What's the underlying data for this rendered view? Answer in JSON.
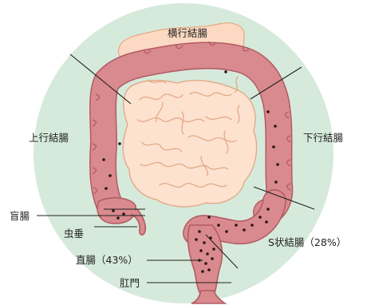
{
  "labels": {
    "transverse_colon": "横行結腸",
    "ascending_colon": "上行結腸",
    "descending_colon": "下行結腸",
    "cecum": "盲腸",
    "appendix": "虫垂",
    "sigmoid_colon": "S状結腸（28%）",
    "rectum": "直腸（43%）",
    "anus": "肛門"
  },
  "colors": {
    "background_circle": "#d6eadb",
    "colon_fill": "#d98a8e",
    "colon_stroke": "#b25a63",
    "small_intestine_fill": "#fde2d0",
    "small_intestine_stroke": "#e3a987",
    "omentum_fill": "#fcd9c2",
    "dot": "#2b1414",
    "leader_line": "#222222"
  }
}
